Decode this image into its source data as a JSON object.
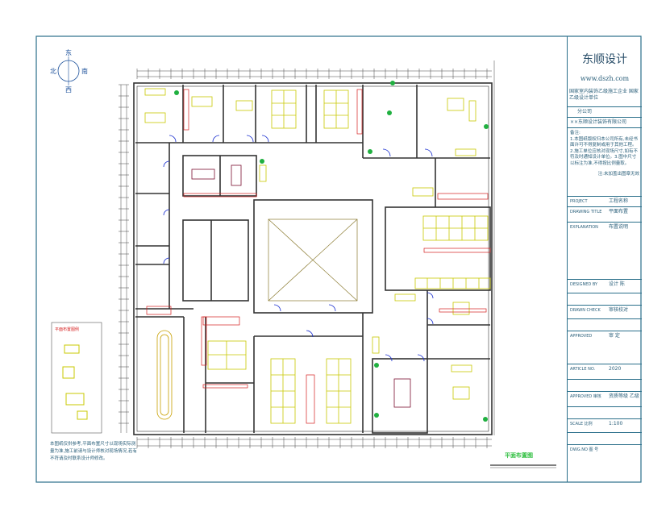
{
  "compass": {
    "east": "东",
    "west": "西",
    "south": "南",
    "north": "北"
  },
  "legend": {
    "title": "平面布置图例"
  },
  "title_block": {
    "company": "东顺设计",
    "url": "www.dszh.com",
    "certification": "国家室内装饰乙级施工企业 国家乙级设计单位",
    "branch": "分公司",
    "company_full": "××东顺设计装饰有限公司",
    "notes_label": "备注:",
    "notes": "1.本图纸版权归本公司所有,未经书面许可不得复制或用于其他工程。2.施工单位应核对现场尺寸,如有不符及时通知设计单位。3.图中尺寸以标注为准,不得按比例量取。",
    "signature_line": "注:未加盖出图章无效",
    "rows": [
      {
        "label": "PROJECT",
        "value": "工程名称"
      },
      {
        "label": "DRAWING TITLE",
        "value": "平面布置"
      },
      {
        "label": "EXPLANATION",
        "value": "布置说明"
      },
      {
        "label": "DESIGNED BY",
        "value": "设计 陈"
      },
      {
        "label": "DRAWN CHECK",
        "value": "审核校对"
      },
      {
        "label": "APPROVED",
        "value": "审 定"
      },
      {
        "label": "ARTICLE NO.",
        "value": "2020"
      },
      {
        "label": "APPROVED 审核",
        "value": "资质等级 乙级"
      },
      {
        "label": "SCALE 比例",
        "value": "1:100"
      },
      {
        "label": "DWG.NO 图 号",
        "value": ""
      }
    ]
  },
  "footer_note": "本图纸仅供参考,平面布置尺寸以现场实际测量为准,施工前请与设计师核对现场情况,若有不符请及时联系设计师修改。",
  "plan_title": "平面布置图",
  "colors": {
    "wall": "#333333",
    "furniture": "#c8c800",
    "partition": "#d62020",
    "door": "#1a2fd0",
    "plant": "#20b040",
    "frame": "#2a6f8a"
  }
}
